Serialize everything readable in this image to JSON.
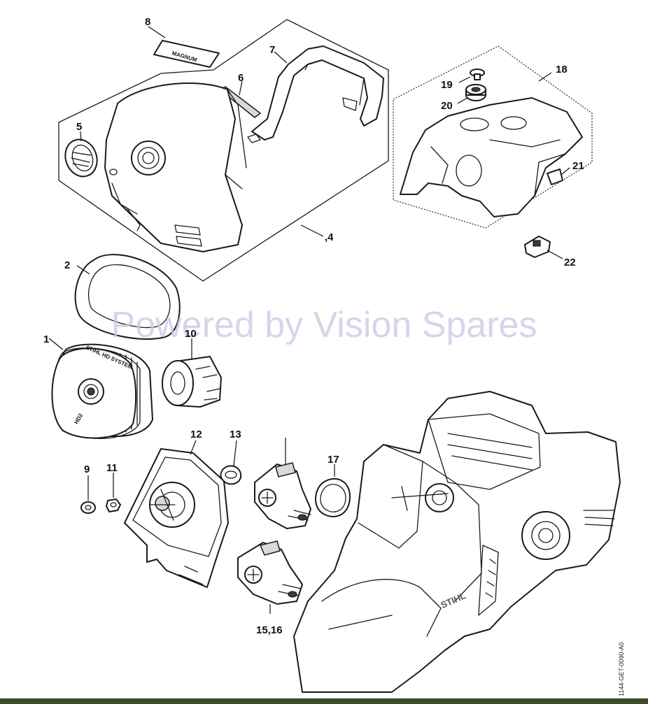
{
  "watermark": "Powered by Vision Spares",
  "doc_id": "1144-GET-0090-A0",
  "bottom_strip_color": "#3d4a2e",
  "labels": {
    "magnum": "MAGNUM",
    "filter_ring": "STIHL HD SYSTEM",
    "filter_code": "HD2",
    "brand": "STIHL"
  },
  "callouts": {
    "c1": "1",
    "c2": "2",
    "c4": ",4",
    "c5": "5",
    "c6": "6",
    "c7": "7",
    "c8": "8",
    "c9": "9",
    "c10": "10",
    "c11": "11",
    "c12": "12",
    "c13": "13",
    "c15_16": "15,16",
    "c17": "17",
    "c18": "18",
    "c19": "19",
    "c20": "20",
    "c21": "21",
    "c22": "22"
  }
}
